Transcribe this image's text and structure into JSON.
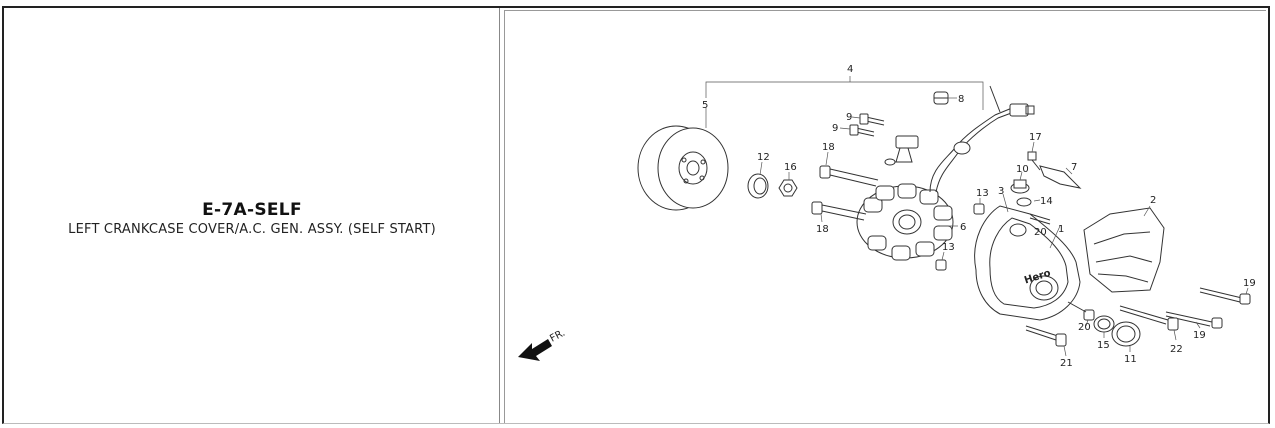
{
  "section": {
    "code": "E-7A-SELF",
    "description": "LEFT CRANKCASE COVER/A.C. GEN. ASSY. (SELF START)"
  },
  "diagram": {
    "direction_label": "FR.",
    "brand_mark": "Hero",
    "callouts": [
      "4",
      "5",
      "8",
      "9",
      "9",
      "12",
      "16",
      "18",
      "18",
      "17",
      "10",
      "7",
      "13",
      "14",
      "20",
      "3",
      "1",
      "2",
      "6",
      "13",
      "19",
      "20",
      "15",
      "11",
      "22",
      "19",
      "21"
    ]
  }
}
